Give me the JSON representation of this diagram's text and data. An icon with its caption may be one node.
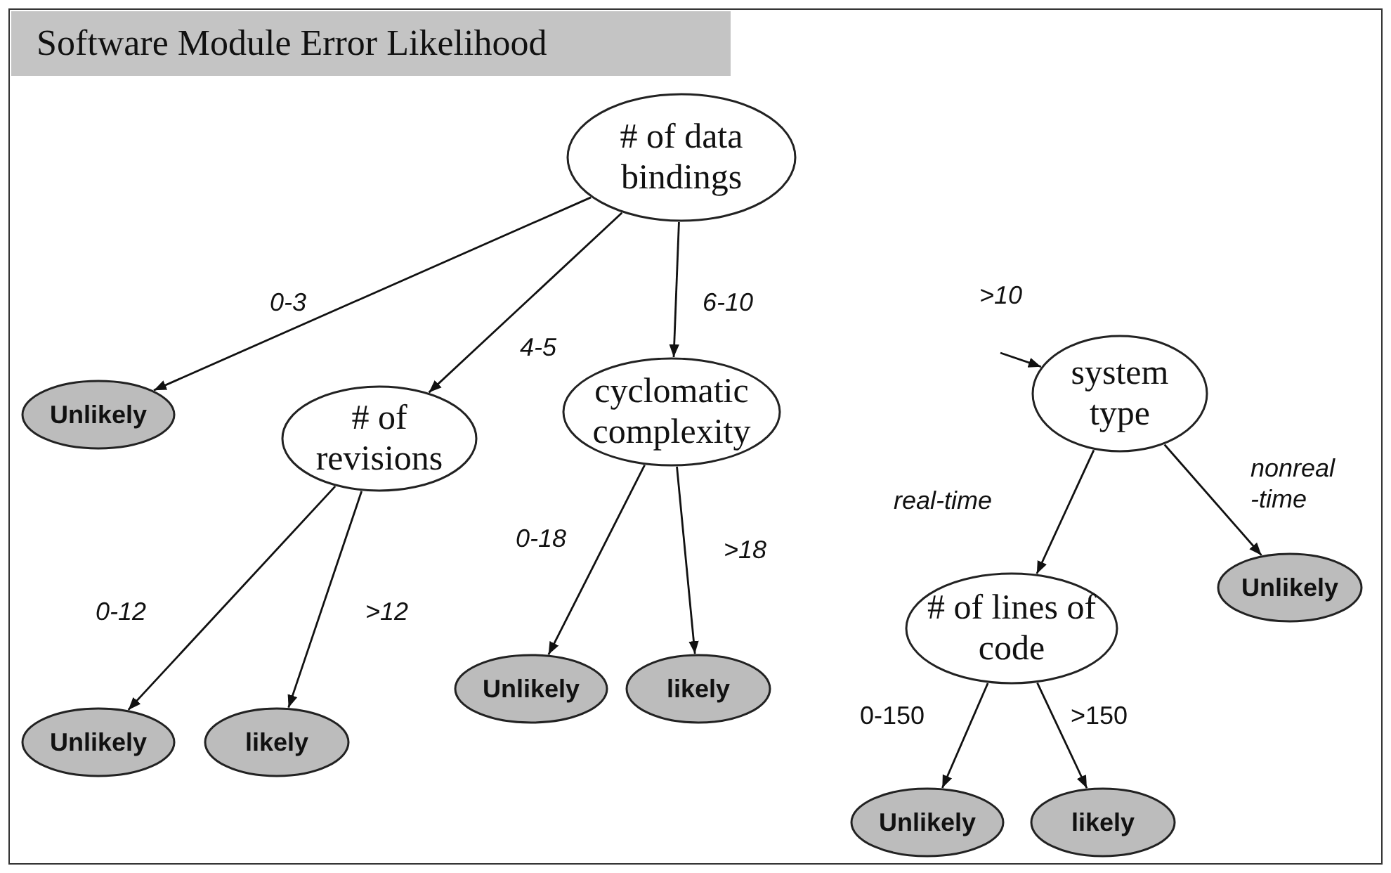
{
  "diagram": {
    "title": "Software Module Error Likelihood",
    "nodes": [
      {
        "text": [
          "# of data bindings"
        ]
      },
      {
        "text": [
          "Unlikely"
        ]
      },
      {
        "text": [
          "# of revisions"
        ]
      },
      {
        "text": [
          "cyclomatic complexity"
        ]
      },
      {
        "text": [
          "system type"
        ]
      },
      {
        "text": [
          "Unlikely"
        ]
      },
      {
        "text": [
          "# of lines of code"
        ]
      },
      {
        "text": [
          "Unlikely"
        ]
      },
      {
        "text": [
          "likely"
        ]
      },
      {
        "text": [
          "Unlikely"
        ]
      },
      {
        "text": [
          "likely"
        ]
      },
      {
        "text": [
          "Unlikely"
        ]
      },
      {
        "text": [
          "likely"
        ]
      }
    ],
    "edges": [
      {
        "from": 0,
        "to": 1,
        "arrow": "to",
        "label": "0-3"
      },
      {
        "from": 0,
        "to": 2,
        "arrow": "to",
        "label": "4-5"
      },
      {
        "from": 0,
        "to": 3,
        "arrow": "to",
        "label": "6-10"
      },
      {
        "from": null,
        "to": 4,
        "arrow": "to",
        "label": ">10"
      },
      {
        "from": 4,
        "to": 6,
        "arrow": "to",
        "label": "real-time"
      },
      {
        "from": 4,
        "to": 5,
        "arrow": "to",
        "label": "nonreal -time"
      },
      {
        "from": 2,
        "to": 7,
        "arrow": "to",
        "label": "0-12"
      },
      {
        "from": 2,
        "to": 8,
        "arrow": "to",
        "label": ">12"
      },
      {
        "from": 3,
        "to": 9,
        "arrow": "to",
        "label": "0-18"
      },
      {
        "from": 3,
        "to": 10,
        "arrow": "to",
        "label": ">18"
      },
      {
        "from": 6,
        "to": 11,
        "arrow": "to",
        "label": "0-150"
      },
      {
        "from": 6,
        "to": 12,
        "arrow": "to",
        "label": ">150"
      }
    ]
  }
}
